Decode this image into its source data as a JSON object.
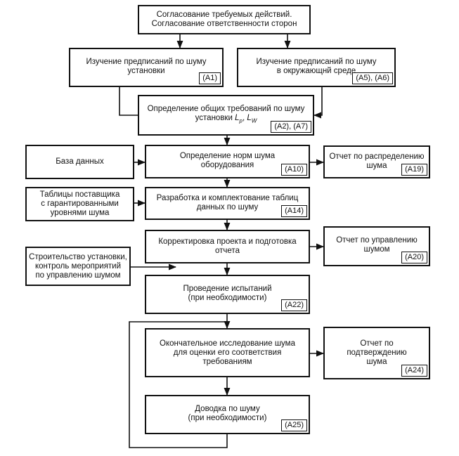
{
  "nodes": {
    "agree": {
      "text": "Согласование требуемых действий.\nСогласование ответственности сторон"
    },
    "study_install": {
      "text": "Изучение предписаний по шуму\nустановки",
      "tag": "(A1)"
    },
    "study_env": {
      "text": "Изучение предписаний по шуму\nв окружающнй среде",
      "tag": "(A5), (A6)"
    },
    "general_req": {
      "text_pre": "Определение общих требований  по шуму\nустановки ",
      "text_post": ",",
      "tag": "(A2), (A7)"
    },
    "database": {
      "text": "База данных"
    },
    "equip_norms": {
      "text": "Определение норм шума\nоборудования",
      "tag": "(A10)"
    },
    "report_dist": {
      "text": "Отчет по распределению\nшума",
      "tag": "(A19)"
    },
    "vendor_tables": {
      "text": "Таблицы поставщика\nс гарантированными\nуровнями шума"
    },
    "data_tables": {
      "text": "Разработка и комплектование таблиц\nданных по шуму",
      "tag": "(A14)"
    },
    "project_fix": {
      "text": "Корректировка проекта и подготовка\nотчета"
    },
    "report_mgmt": {
      "text": "Отчет по управлению\nшумом",
      "tag": "(A20)"
    },
    "construction": {
      "text": "Строительство установки,\nконтроль мероприятий\nпо управлению шумом"
    },
    "tests": {
      "text": "Проведение испытаний\n(при необходимости)",
      "tag": "(A22)"
    },
    "final_study": {
      "text": "Окончательное исследование шума\nдля оценки его соответствия\nтребованиям"
    },
    "report_confirm": {
      "text": "Отчет по\nподтверждению\nшума",
      "tag": "(A24)"
    },
    "finishing": {
      "text": "Доводка по шуму\n(при необходимости)",
      "tag": "(A25)"
    }
  },
  "symbols": {
    "lp_base": "L",
    "lp_sub": "p",
    "lw_base": "L",
    "lw_sub": "W"
  }
}
